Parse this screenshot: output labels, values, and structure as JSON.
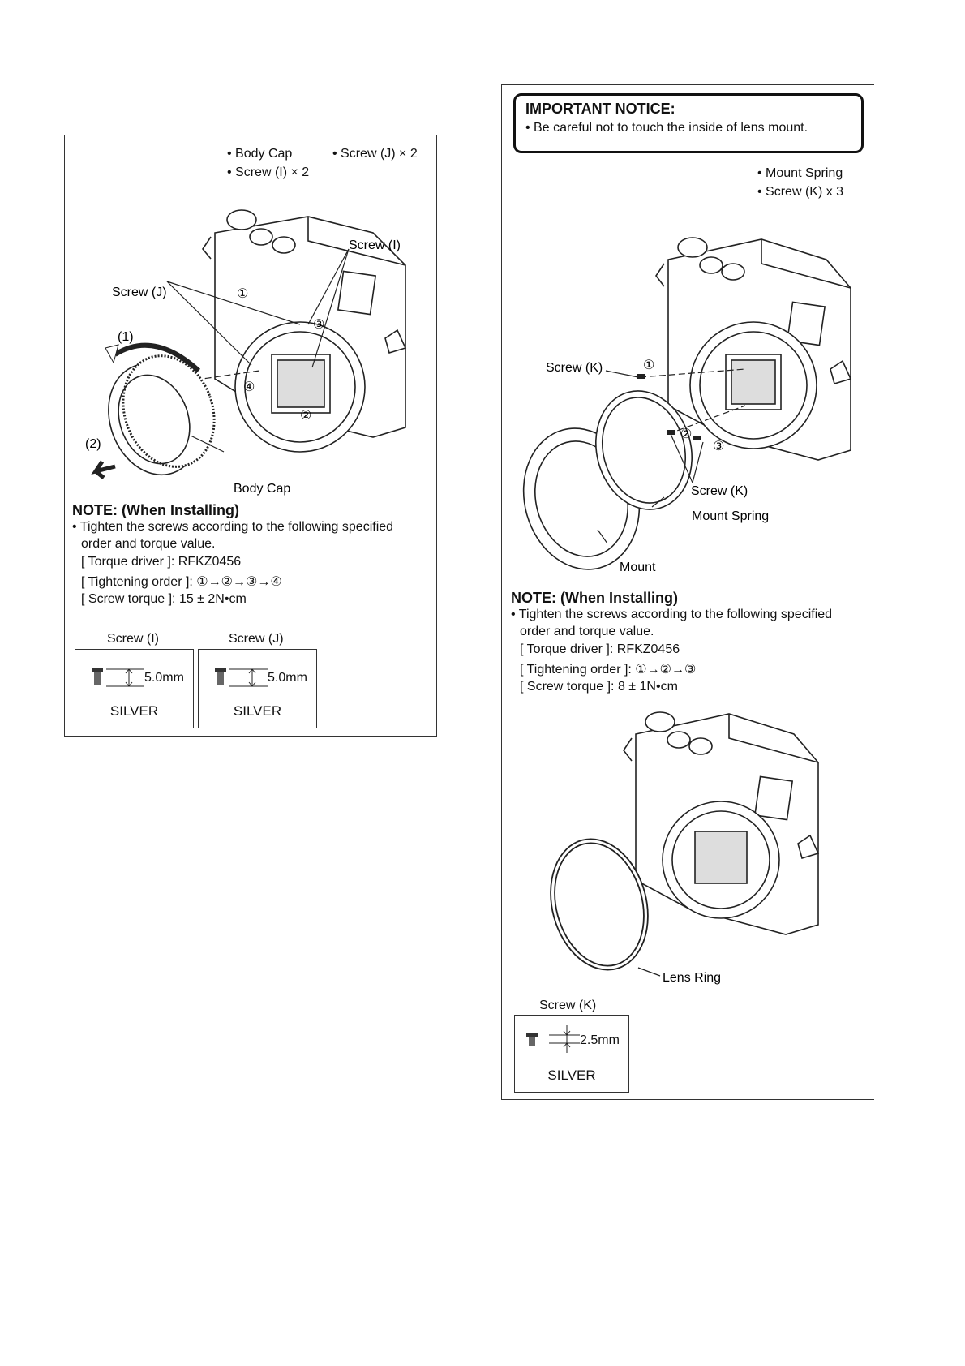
{
  "left": {
    "parts": [
      "• Body Cap",
      "• Screw (J) × 2",
      "• Screw (I) × 2"
    ],
    "labels": {
      "screw_i": "Screw (I)",
      "screw_j": "Screw (J)",
      "step1": "(1)",
      "step2": "(2)",
      "body_cap": "Body Cap",
      "n1": "①",
      "n2": "②",
      "n3": "③",
      "n4": "④"
    },
    "note": {
      "title": "NOTE: (When Installing)",
      "line1": "• Tighten the screws according to the following specified",
      "line2": "order and torque value.",
      "driver": "[ Torque driver ]: RFKZ0456",
      "order": "[ Tightening order ]: ①→②→③→④",
      "torque": "[ Screw torque ]: 15 ± 2N•cm"
    },
    "specs": [
      {
        "name": "Screw (I)",
        "length": "5.0mm",
        "color": "SILVER"
      },
      {
        "name": "Screw (J)",
        "length": "5.0mm",
        "color": "SILVER"
      }
    ]
  },
  "right": {
    "notice": {
      "title": "IMPORTANT NOTICE:",
      "text": "• Be careful not to touch the inside of lens mount."
    },
    "parts": [
      "• Mount Spring",
      "• Screw (K) x 3"
    ],
    "labels": {
      "screw_k_top": "Screw (K)",
      "screw_k_bottom": "Screw (K)",
      "mount_spring": "Mount Spring",
      "mount": "Mount",
      "lens_ring": "Lens Ring",
      "n1": "①",
      "n2": "②",
      "n3": "③"
    },
    "note": {
      "title": "NOTE: (When Installing)",
      "line1": "• Tighten the screws according to the following specified",
      "line2": "order and torque value.",
      "driver": "[ Torque driver ]: RFKZ0456",
      "order": "[ Tightening order ]: ①→②→③",
      "torque": "[ Screw torque ]: 8 ± 1N•cm"
    },
    "spec": {
      "name": "Screw (K)",
      "length": "2.5mm",
      "color": "SILVER"
    }
  }
}
